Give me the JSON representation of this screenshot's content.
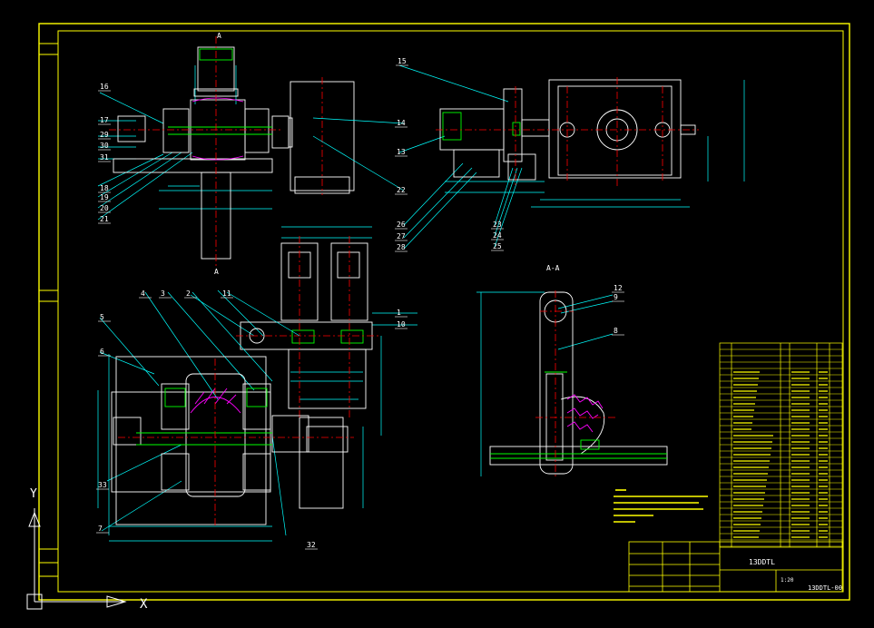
{
  "drawing": {
    "section_marks": [
      "A",
      "A",
      "A-A"
    ],
    "part_numbers": {
      "left": [
        "16",
        "17",
        "29",
        "30",
        "31",
        "18",
        "19",
        "20",
        "21"
      ],
      "top_right": [
        "15",
        "14",
        "13",
        "22",
        "26",
        "27",
        "28",
        "23",
        "24",
        "25"
      ],
      "middle": [
        "1",
        "2",
        "3",
        "4",
        "5",
        "6",
        "10",
        "11",
        "32",
        "33",
        "7"
      ],
      "section": [
        "12",
        "9",
        "8"
      ]
    },
    "title_block": {
      "drawing_name": "13DDTL",
      "drawing_number": "13DDTL-00",
      "scale_label": "1:20"
    },
    "axis_labels": {
      "x": "X",
      "y": "Y"
    }
  },
  "colors": {
    "background": "#000000",
    "frame": "#ffff00",
    "geometry": "#ffffff",
    "dimensions": "#00ffff",
    "centerlines": "#ff0000",
    "accent": "#00ff00",
    "hatch": "#ff00ff"
  }
}
